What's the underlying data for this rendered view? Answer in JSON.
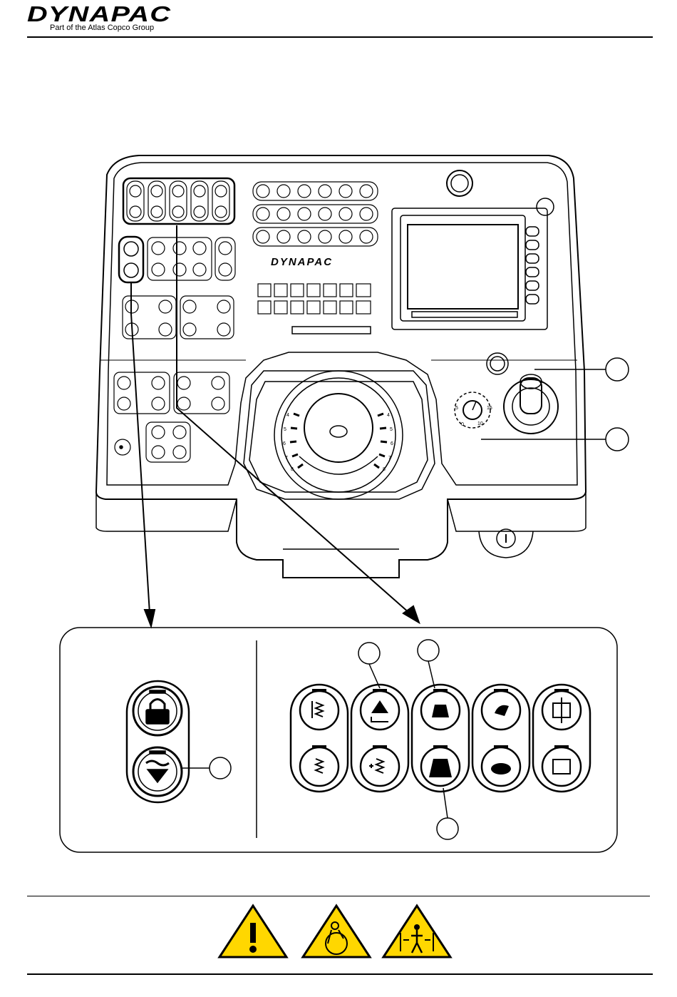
{
  "header": {
    "logo_text": "DYNAPAC",
    "logo_subtitle": "Part of the Atlas Copco Group"
  },
  "panel": {
    "brand_label": "DYNAPAC",
    "dial_labels": [
      "0",
      "5",
      "10",
      "15"
    ],
    "gauge_left_numbers": [
      "4",
      "5",
      "6",
      "7",
      "8"
    ],
    "gauge_right_numbers": [
      "4",
      "5",
      "6",
      "7",
      "8"
    ]
  },
  "icons": {
    "lock_button": "lock-icon",
    "float_button": "float-down-icon",
    "vibration_button": "vibration-icon",
    "ballast_button": "weight-icon",
    "speed_button": "rabbit-turtle-icon",
    "auto_button": "drum-icon"
  },
  "colors": {
    "line": "#000000",
    "warning_fill": "#ffd700"
  }
}
